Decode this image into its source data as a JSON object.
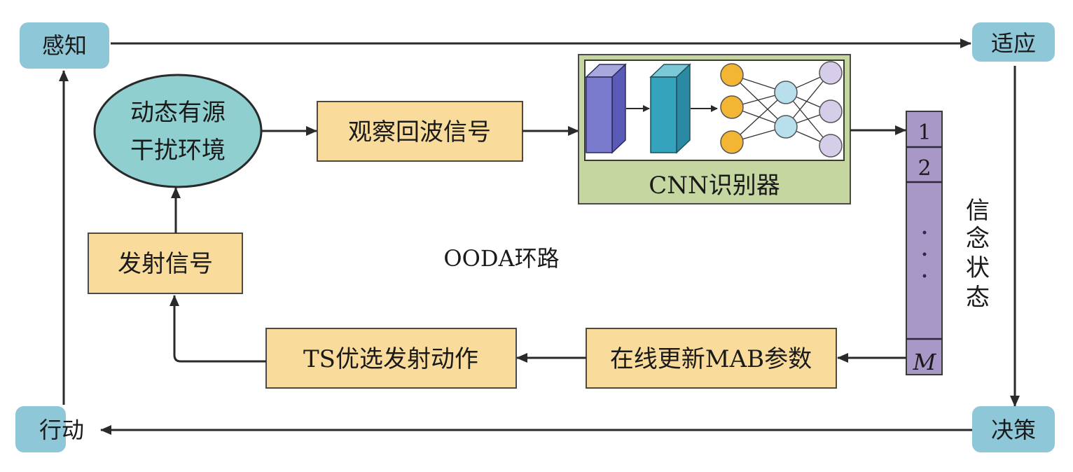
{
  "title": "OODA环路",
  "corners": {
    "perceive": "感知",
    "adapt": "适应",
    "decide": "决策",
    "act": "行动"
  },
  "nodes": {
    "environment": [
      "动态有源",
      "干扰环境"
    ],
    "observe_echo": "观察回波信号",
    "cnn_recognizer": "CNN识别器",
    "transmit_signal": "发射信号",
    "ts_select_action": "TS优选发射动作",
    "update_mab": "在线更新MAB参数"
  },
  "belief_state": {
    "label": [
      "信",
      "念",
      "状",
      "态"
    ],
    "cells": [
      "1",
      "2",
      "·",
      "·",
      "·",
      "M"
    ]
  },
  "colors": {
    "corner_fill": "#8ec7d8",
    "ellipse_fill": "#8fcfcf",
    "box_fill": "#f9dc9c",
    "cnn_frame": "#c6d6a0",
    "belief_fill": "#a898c7",
    "conv1": "#6f6fc4",
    "conv2": "#2d9ab5",
    "neuron_in": "#f3b534",
    "neuron_hidden": "#b7e0ec",
    "neuron_out": "#d6cde8",
    "line": "#2a2a2a"
  }
}
